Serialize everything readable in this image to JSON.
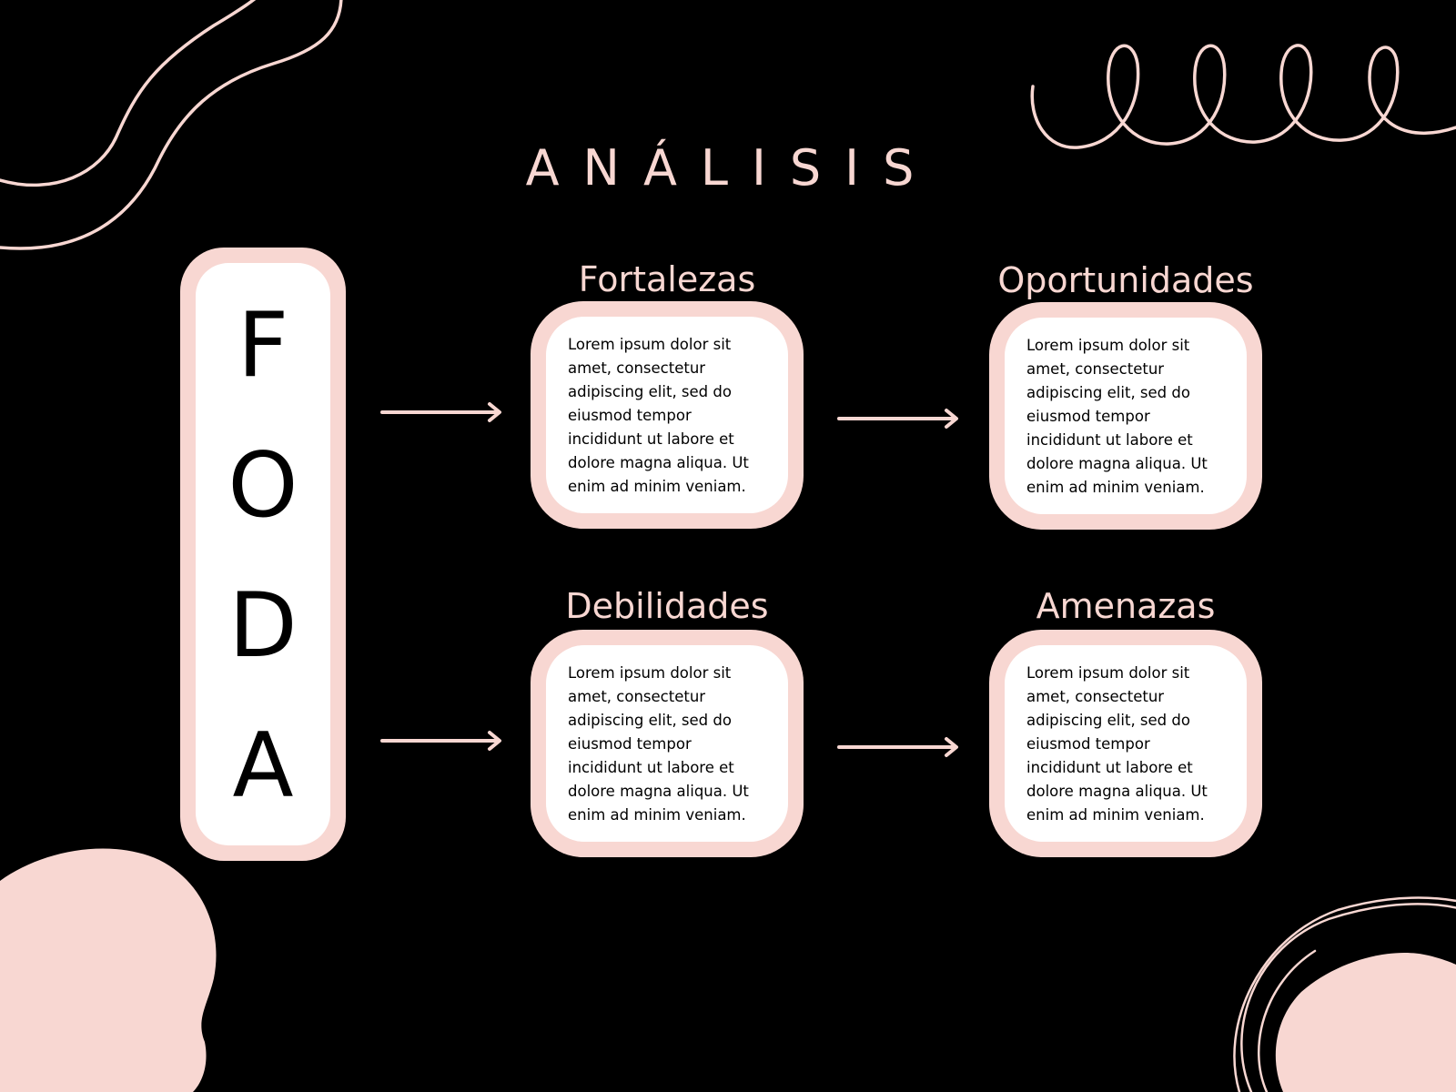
{
  "slide": {
    "title": "ANÁLISIS",
    "acronym": [
      "F",
      "O",
      "D",
      "A"
    ]
  },
  "boxes": {
    "fortalezas": {
      "title": "Fortalezas",
      "text": "Lorem ipsum dolor sit amet, consectetur adipiscing elit, sed do eiusmod tempor incididunt ut labore et dolore magna aliqua. Ut enim ad minim veniam."
    },
    "oportunidades": {
      "title": "Oportunidades",
      "text": "Lorem ipsum dolor sit amet, consectetur adipiscing elit, sed do eiusmod tempor incididunt ut labore et dolore magna aliqua. Ut enim ad minim veniam."
    },
    "debilidades": {
      "title": "Debilidades",
      "text": "Lorem ipsum dolor sit amet, consectetur adipiscing elit, sed do eiusmod tempor incididunt ut labore et dolore magna aliqua. Ut enim ad minim veniam."
    },
    "amenazas": {
      "title": "Amenazas",
      "text": "Lorem ipsum dolor sit amet, consectetur adipiscing elit, sed do eiusmod tempor incididunt ut labore et dolore magna aliqua. Ut enim ad minim veniam."
    }
  },
  "colors": {
    "background": "#000000",
    "accent_pink": "#f8d7d2",
    "card_fill": "#ffffff",
    "text_dark": "#000000"
  },
  "icons": {
    "arrow": "right-arrow-icon",
    "decorations": [
      "wavy-line-decoration",
      "loop-scribble-decoration",
      "pink-blob-decoration",
      "circle-scribble-decoration"
    ]
  }
}
